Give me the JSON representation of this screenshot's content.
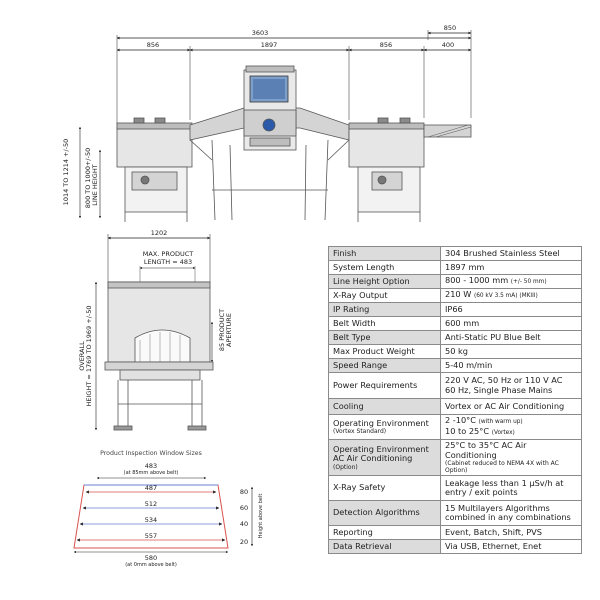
{
  "top_dims": {
    "overall": "3603",
    "right_total": "850",
    "left_section": "856",
    "middle_section": "1897",
    "right_section": "856",
    "right_extension": "400",
    "height_range": "1014 TO 1214 +/-50",
    "line_height_range": "800 TO 1000+/-50",
    "line_height_label": "LINE HEIGHT"
  },
  "front_dims": {
    "width": "1202",
    "max_product_line1": "MAX. PRODUCT",
    "max_product_line2": "LENGTH = 483",
    "aperture_line1": "85 PRODUCT",
    "aperture_line2": "APERTURE",
    "overall_line1": "OVERALL",
    "overall_line2": "HEIGHT = 1769 TO 1969 +/-50"
  },
  "window": {
    "title": "Product Inspection Window Sizes",
    "top_value": "483",
    "top_note": "(at 85mm above belt)",
    "rows": [
      {
        "width": "487",
        "height": "80"
      },
      {
        "width": "512",
        "height": "60"
      },
      {
        "width": "534",
        "height": "40"
      },
      {
        "width": "557",
        "height": "20"
      }
    ],
    "bottom_value": "580",
    "bottom_note": "(at 0mm above belt)",
    "side_label": "Height above belt"
  },
  "specs": [
    {
      "label": "Finish",
      "value": "304 Brushed Stainless Steel"
    },
    {
      "label": "System Length",
      "value": "1897 mm"
    },
    {
      "label": "Line Height Option",
      "value": "800 - 1000 mm",
      "value_note": "(+/- 50 mm)"
    },
    {
      "label": "X-Ray Output",
      "value": "210 W",
      "value_note": "(60 kV 3.5 mA) (MKIII)"
    },
    {
      "label": "IP Rating",
      "value": "IP66"
    },
    {
      "label": "Belt Width",
      "value": "600 mm"
    },
    {
      "label": "Belt Type",
      "value": "Anti-Static PU Blue Belt"
    },
    {
      "label": "Max Product Weight",
      "value": "50 kg"
    },
    {
      "label": "Speed Range",
      "value": "5-40 m/min"
    },
    {
      "label": "Power Requirements",
      "value": "220 V AC, 50 Hz or 110 V AC",
      "value2": "60 Hz, Single Phase Mains"
    },
    {
      "label": "Cooling",
      "value": "Vortex or AC Air Conditioning"
    },
    {
      "label": "Operating Environment",
      "label_note": "(Vortex Standard)",
      "value": "2 -10°C",
      "value_note": "(with warm up)",
      "value2": "10 to 25°C",
      "value2_note": "(Vortex)"
    },
    {
      "label": "Operating Environment",
      "label2": "AC Air Conditioning",
      "label_note": "(Option)",
      "value": "25°C to 35°C AC Air",
      "value2": "Conditioning",
      "value_note2": "(Cabinet reduced to NEMA 4X with AC Option)"
    },
    {
      "label": "X-Ray Safety",
      "value": "Leakage less than 1 µSv/h at",
      "value2": "entry / exit points"
    },
    {
      "label": "Detection Algorithms",
      "value": "15 Multilayers Algorithms",
      "value2": "combined in any combinations"
    },
    {
      "label": "Reporting",
      "value": "Event, Batch, Shift, PVS"
    },
    {
      "label": "Data Retrieval",
      "value": "Via USB, Ethernet, Enet"
    }
  ],
  "colors": {
    "panel_gray": "#d4d4d4",
    "frame_dark": "#555555",
    "belt_blue": "#2c5aa8",
    "window_red": "#d9534f",
    "window_blue": "#6a7fd6",
    "screen_blue": "#7e9fc9"
  }
}
